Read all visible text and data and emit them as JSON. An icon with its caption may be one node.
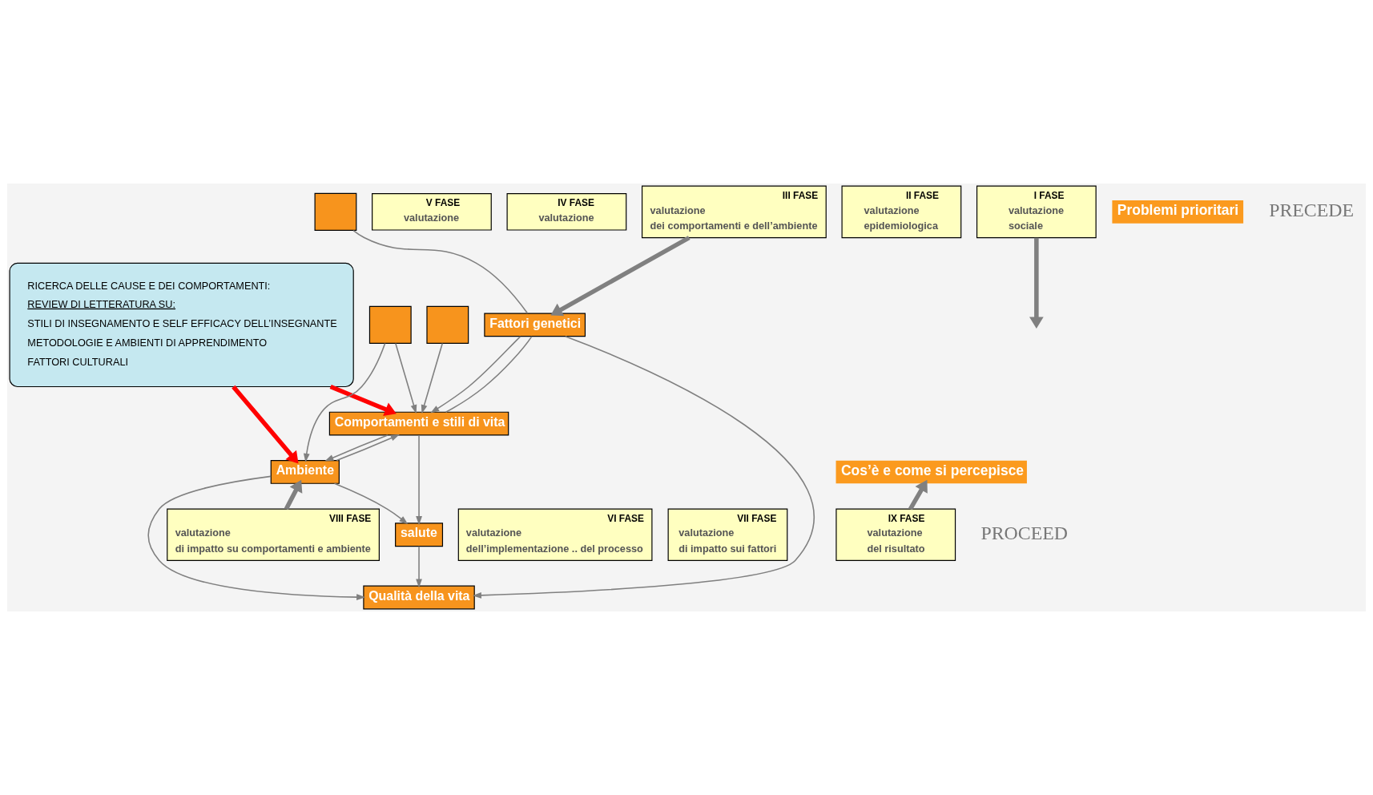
{
  "diagram": {
    "nodes": [
      {
        "text": [
          "RICERCA DELLE CAUSE E DEI COMPORTAMENTI:",
          "REVIEW DI LETTERATURA SU:",
          "STILI DI INSEGNAMENTO E SELF EFFICACY DELL’INSEGNANTE",
          "METODOLOGIE E AMBIENTI DI APPRENDIMENTO",
          "FATTORI CULTURALI"
        ]
      },
      {
        "text": [
          "V FASE",
          "valutazione"
        ]
      },
      {
        "text": [
          "IV FASE",
          "valutazione"
        ]
      },
      {
        "text": [
          "III FASE",
          "valutazione",
          "dei comportamenti e dell’ambiente"
        ]
      },
      {
        "text": [
          "II FASE",
          "valutazione",
          "epidemiologica"
        ]
      },
      {
        "text": [
          "I FASE",
          "valutazione",
          "sociale"
        ]
      },
      {
        "text": [
          "Problemi prioritari"
        ]
      },
      {
        "text": [],
        "shape": "box"
      },
      {
        "text": [],
        "shape": "box"
      },
      {
        "text": [],
        "shape": "box"
      },
      {
        "text": [
          "Fattori genetici"
        ]
      },
      {
        "text": [
          "Comportamenti e stili di vita"
        ]
      },
      {
        "text": [
          "Ambiente"
        ]
      },
      {
        "text": [
          "salute"
        ]
      },
      {
        "text": [
          "Qualità della vita"
        ]
      },
      {
        "text": [
          "Cos’è e come si percepisce"
        ]
      },
      {
        "text": [
          "VI FASE",
          "valutazione",
          "dell’implementazione .. del processo"
        ]
      },
      {
        "text": [
          "VII FASE",
          "valutazione",
          "di impatto sui fattori"
        ]
      },
      {
        "text": [
          "VIII FASE",
          "valutazione",
          "di impatto su comportamenti e ambiente"
        ]
      },
      {
        "text": [
          "IX FASE",
          "valutazione",
          "del risultato"
        ]
      }
    ],
    "edges": [
      {
        "from": 3,
        "to": 10,
        "arrow": "to",
        "style": "thick"
      },
      {
        "from": 5,
        "to": null,
        "arrow": "to",
        "style": "thick"
      },
      {
        "from": 7,
        "to": 10,
        "arrow": "none"
      },
      {
        "from": 8,
        "to": 11,
        "arrow": "to"
      },
      {
        "from": 9,
        "to": 11,
        "arrow": "to"
      },
      {
        "from": 9,
        "to": 12,
        "arrow": "to"
      },
      {
        "from": 0,
        "to": 11,
        "arrow": "to",
        "style": "thick",
        "color": "#ff0000"
      },
      {
        "from": 0,
        "to": 12,
        "arrow": "to",
        "style": "thick",
        "color": "#ff0000"
      },
      {
        "from": 10,
        "to": 11,
        "arrow": "to"
      },
      {
        "from": 11,
        "to": 10,
        "arrow": "none"
      },
      {
        "from": 11,
        "to": 12,
        "arrow": "to"
      },
      {
        "from": 12,
        "to": 11,
        "arrow": "to"
      },
      {
        "from": 10,
        "to": 14,
        "arrow": "to"
      },
      {
        "from": 11,
        "to": 13,
        "arrow": "to"
      },
      {
        "from": 12,
        "to": 13,
        "arrow": "to"
      },
      {
        "from": 12,
        "to": 14,
        "arrow": "to"
      },
      {
        "from": 13,
        "to": 14,
        "arrow": "to"
      },
      {
        "from": 18,
        "to": 12,
        "arrow": "to",
        "style": "thick"
      },
      {
        "from": 19,
        "to": 15,
        "arrow": "to",
        "style": "thick"
      }
    ],
    "labels": [
      "PRECEDE",
      "PROCEED"
    ]
  }
}
